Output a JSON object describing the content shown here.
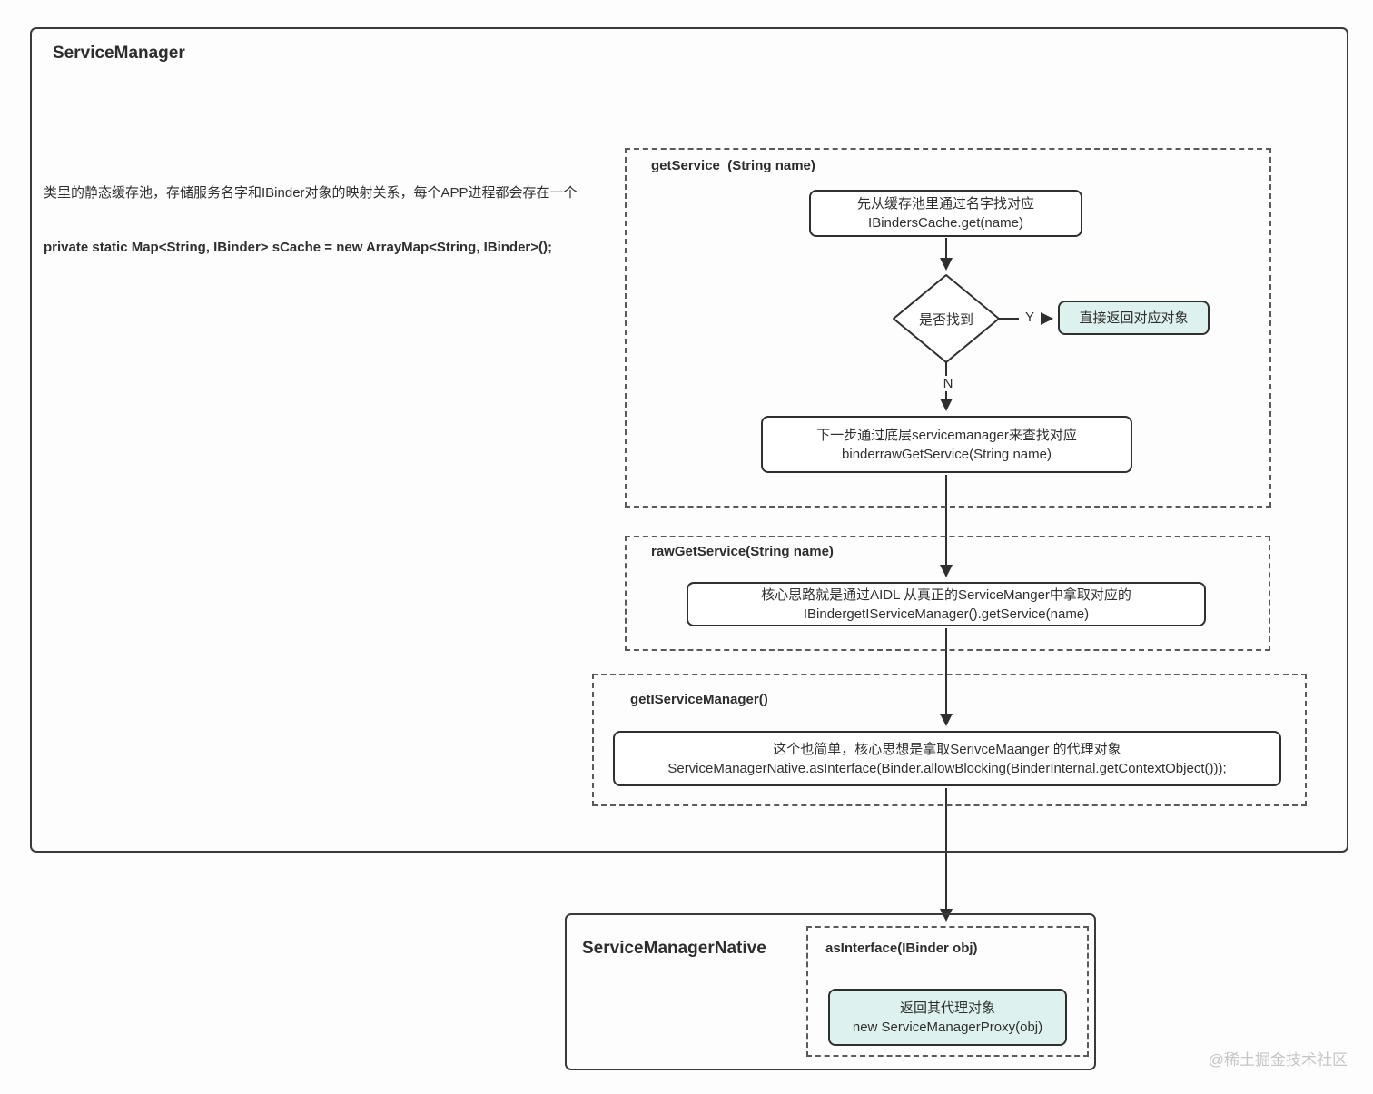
{
  "colors": {
    "page_background": "#fdfdfd",
    "border_dark": "#2f2f2f",
    "dashed_border": "#5a5a5a",
    "highlight_background": "#ddf1ee",
    "watermark": "#c6c6c6"
  },
  "watermark": "@稀土掘金技术社区",
  "service_manager": {
    "title": "ServiceManager",
    "description_line1": "类里的静态缓存池，存储服务名字和IBinder对象的映射关系，每个APP进程都会存在一个",
    "description_line2": "private static Map<String, IBinder> sCache = new ArrayMap<String, IBinder>();",
    "get_service": {
      "title": "getService  (String name)",
      "cache_lookup_line1": "先从缓存池里通过名字找对应",
      "cache_lookup_line2": "IBindersCache.get(name)",
      "decision": "是否找到",
      "yes_label": "Y",
      "no_label": "N",
      "found_result": "直接返回对应对象",
      "fallback_line1": "下一步通过底层servicemanager来查找对应",
      "fallback_line2": "binderrawGetService(String name)"
    },
    "raw_get_service": {
      "title": "rawGetService(String name)",
      "body_line1": "核心思路就是通过AIDL 从真正的ServiceManger中拿取对应的",
      "body_line2": "IBindergetIServiceManager().getService(name)"
    },
    "get_iservice_manager": {
      "title": "getIServiceManager()",
      "body_line1": "这个也简单，核心思想是拿取SerivceMaanger 的代理对象",
      "body_line2": "ServiceManagerNative.asInterface(Binder.allowBlocking(BinderInternal.getContextObject()));"
    }
  },
  "service_manager_native": {
    "title": "ServiceManagerNative",
    "as_interface": {
      "title": "asInterface(IBinder obj)",
      "result_line1": "返回其代理对象",
      "result_line2": "new ServiceManagerProxy(obj)"
    }
  }
}
